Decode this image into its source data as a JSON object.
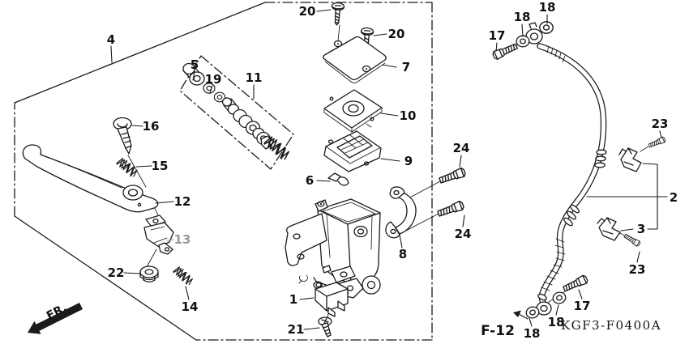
{
  "figure": {
    "page_ref": "F-12",
    "catalog_code": "KGF3-F0400A",
    "direction_label": "FR."
  },
  "colors": {
    "ink": "#1a1a1a",
    "paper": "#ffffff",
    "muted_label": "#9a9a9a"
  },
  "callouts": [
    {
      "part": "4"
    },
    {
      "part": "20"
    },
    {
      "part": "20"
    },
    {
      "part": "7"
    },
    {
      "part": "10"
    },
    {
      "part": "9"
    },
    {
      "part": "5"
    },
    {
      "part": "19"
    },
    {
      "part": "11"
    },
    {
      "part": "16"
    },
    {
      "part": "15"
    },
    {
      "part": "12"
    },
    {
      "part": "13"
    },
    {
      "part": "22"
    },
    {
      "part": "14"
    },
    {
      "part": "6"
    },
    {
      "part": "1"
    },
    {
      "part": "21"
    },
    {
      "part": "8"
    },
    {
      "part": "24"
    },
    {
      "part": "24"
    },
    {
      "part": "17"
    },
    {
      "part": "18"
    },
    {
      "part": "18"
    },
    {
      "part": "23"
    },
    {
      "part": "2"
    },
    {
      "part": "3"
    },
    {
      "part": "23"
    },
    {
      "part": "17"
    },
    {
      "part": "18"
    },
    {
      "part": "18"
    }
  ]
}
